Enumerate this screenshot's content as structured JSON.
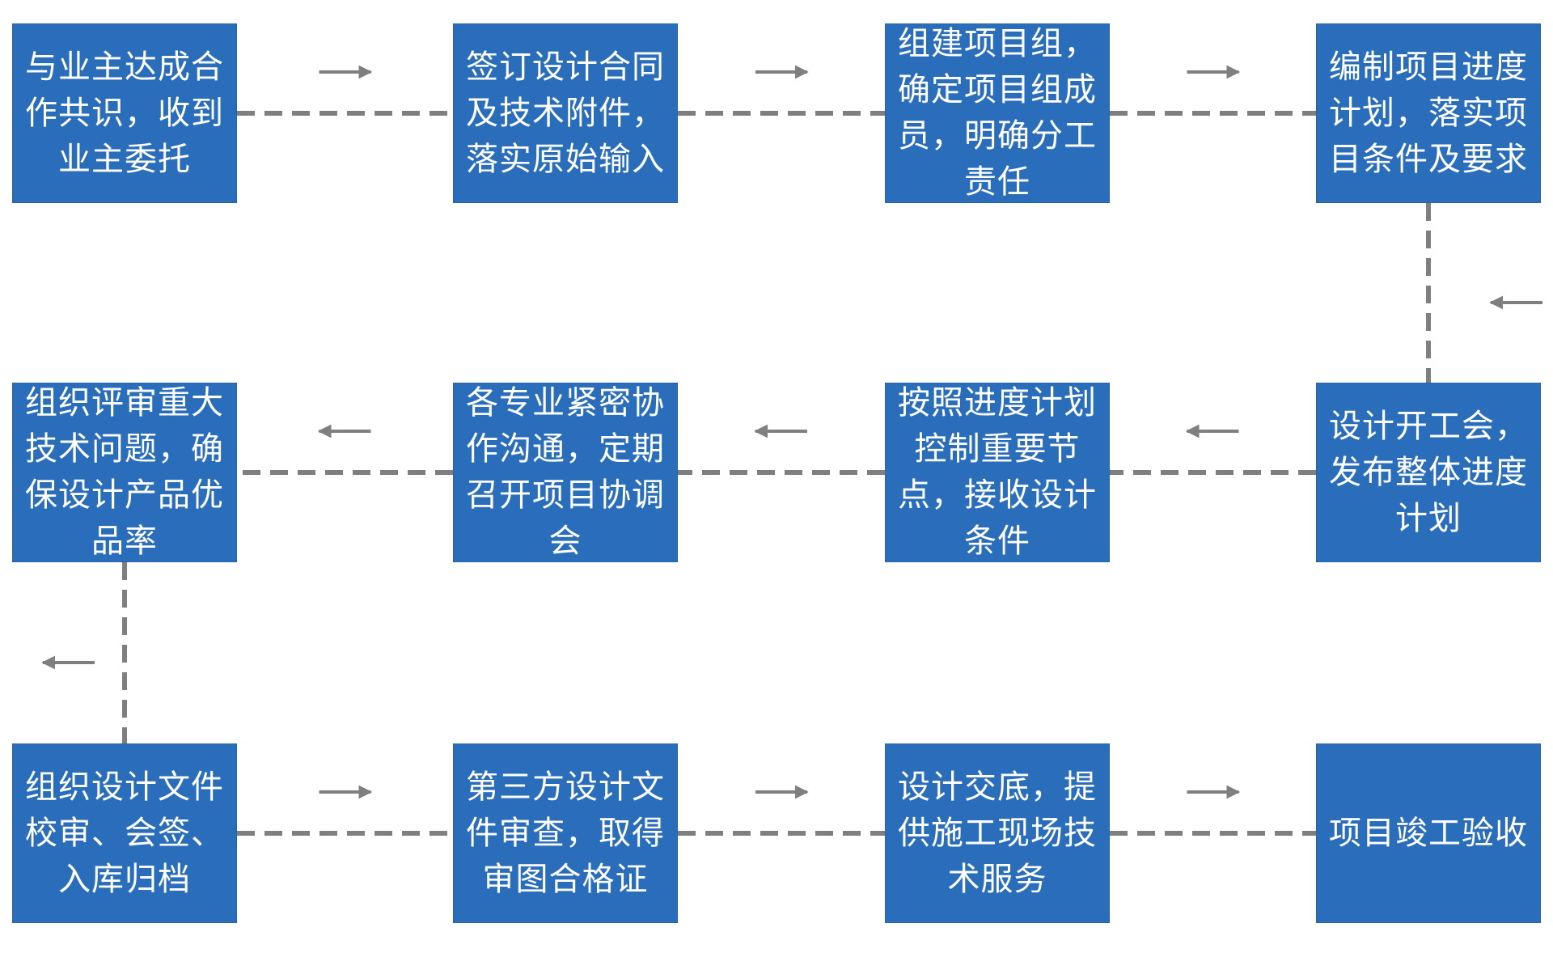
{
  "colors": {
    "node_fill": "#2a6ebb",
    "node_text": "#ffffff",
    "connector": "#7f7f7f"
  },
  "flow": {
    "steps": [
      {
        "id": "s1",
        "label": "与业主达成合作共识，收到业主委托"
      },
      {
        "id": "s2",
        "label": "签订设计合同及技术附件，落实原始输入"
      },
      {
        "id": "s3",
        "label": "组建项目组，确定项目组成员，明确分工责任"
      },
      {
        "id": "s4",
        "label": "编制项目进度计划，落实项目条件及要求"
      },
      {
        "id": "s5",
        "label": "设计开工会，发布整体进度计划"
      },
      {
        "id": "s6",
        "label": "按照进度计划控制重要节点，接收设计条件"
      },
      {
        "id": "s7",
        "label": "各专业紧密协作沟通，定期召开项目协调会"
      },
      {
        "id": "s8",
        "label": "组织评审重大技术问题，确保设计产品优品率"
      },
      {
        "id": "s9",
        "label": "组织设计文件校审、会签、入库归档"
      },
      {
        "id": "s10",
        "label": "第三方设计文件审查，取得审图合格证"
      },
      {
        "id": "s11",
        "label": "设计交底，提供施工现场技术服务"
      },
      {
        "id": "s12",
        "label": "项目竣工验收"
      }
    ],
    "edges": [
      [
        "s1",
        "s2"
      ],
      [
        "s2",
        "s3"
      ],
      [
        "s3",
        "s4"
      ],
      [
        "s4",
        "s5"
      ],
      [
        "s5",
        "s6"
      ],
      [
        "s6",
        "s7"
      ],
      [
        "s7",
        "s8"
      ],
      [
        "s8",
        "s9"
      ],
      [
        "s9",
        "s10"
      ],
      [
        "s10",
        "s11"
      ],
      [
        "s11",
        "s12"
      ]
    ]
  }
}
